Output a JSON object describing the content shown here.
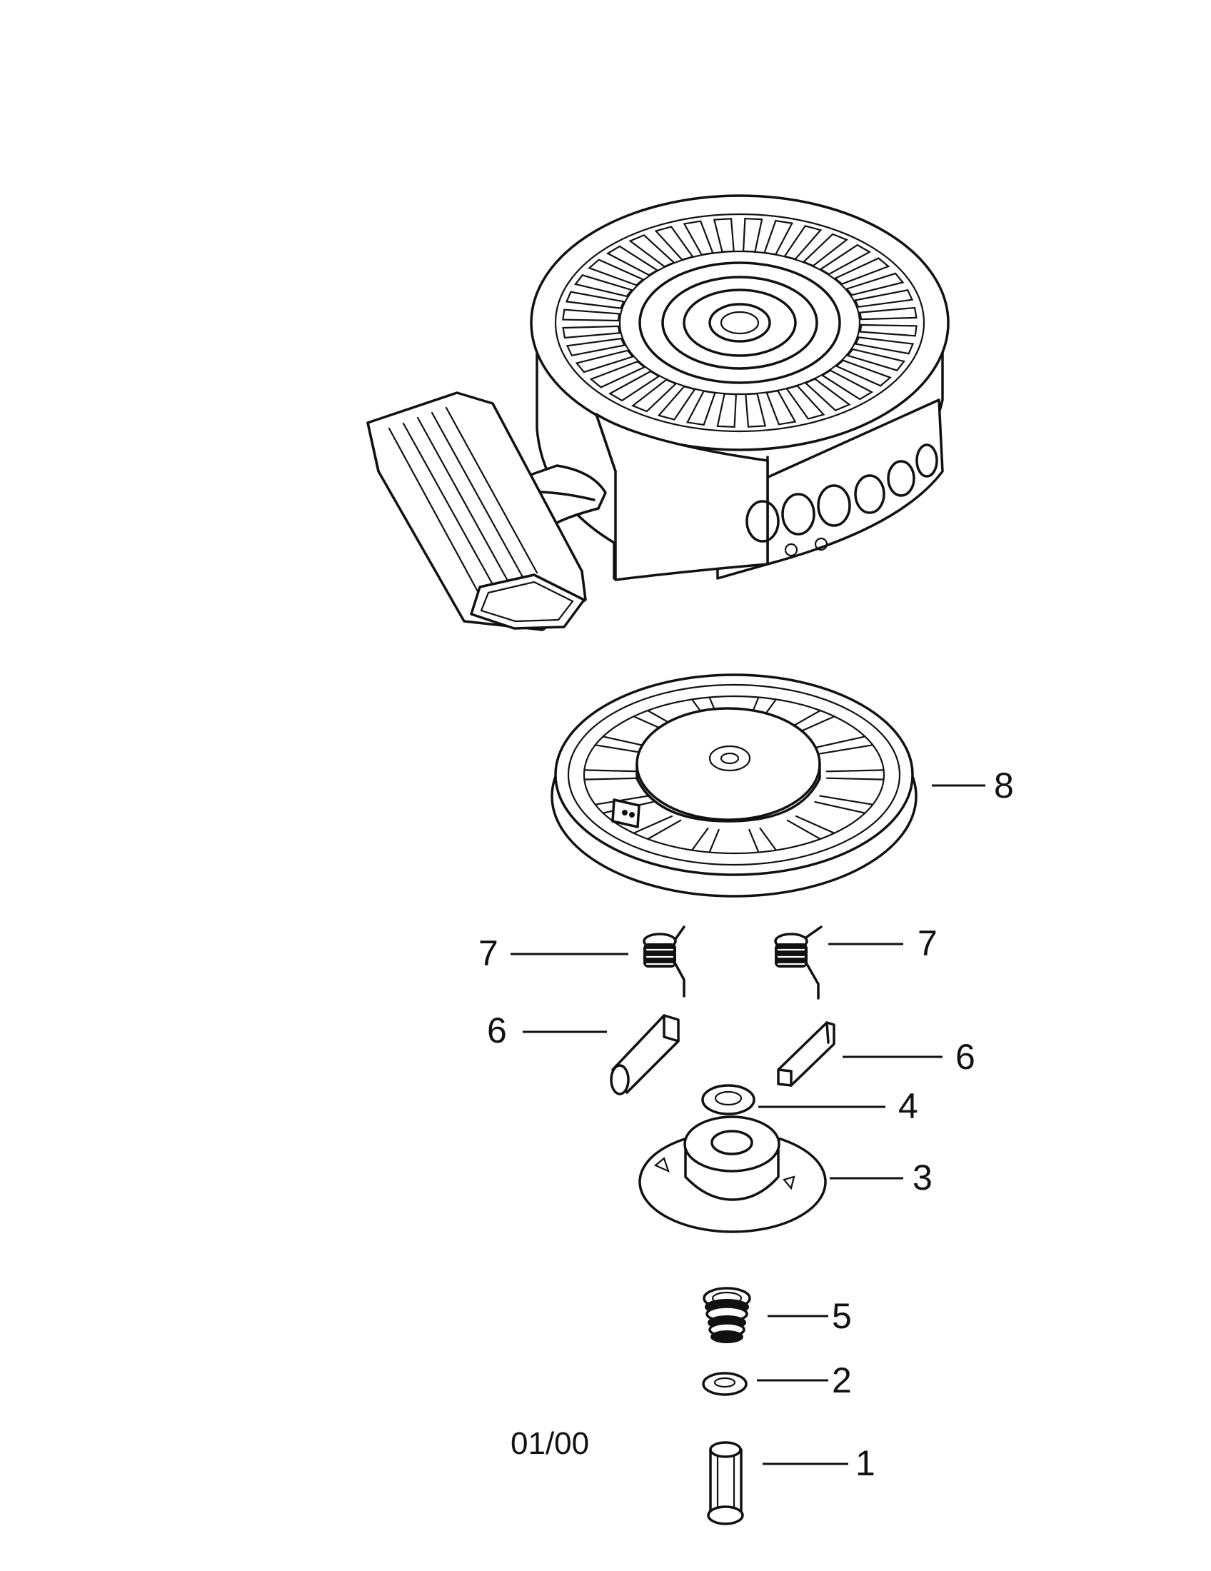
{
  "diagram": {
    "date_code": "01/00",
    "parts": [
      {
        "id": "starter-housing-assembly",
        "callout": ""
      },
      {
        "id": "pulley",
        "callout": "8"
      },
      {
        "id": "spring-left",
        "callout": "7"
      },
      {
        "id": "spring-right",
        "callout": "7"
      },
      {
        "id": "pawl-left",
        "callout": "6"
      },
      {
        "id": "pawl-right",
        "callout": "6"
      },
      {
        "id": "washer",
        "callout": "4"
      },
      {
        "id": "retainer",
        "callout": "3"
      },
      {
        "id": "brake-spring",
        "callout": "5"
      },
      {
        "id": "small-washer",
        "callout": "2"
      },
      {
        "id": "pin",
        "callout": "1"
      }
    ]
  }
}
